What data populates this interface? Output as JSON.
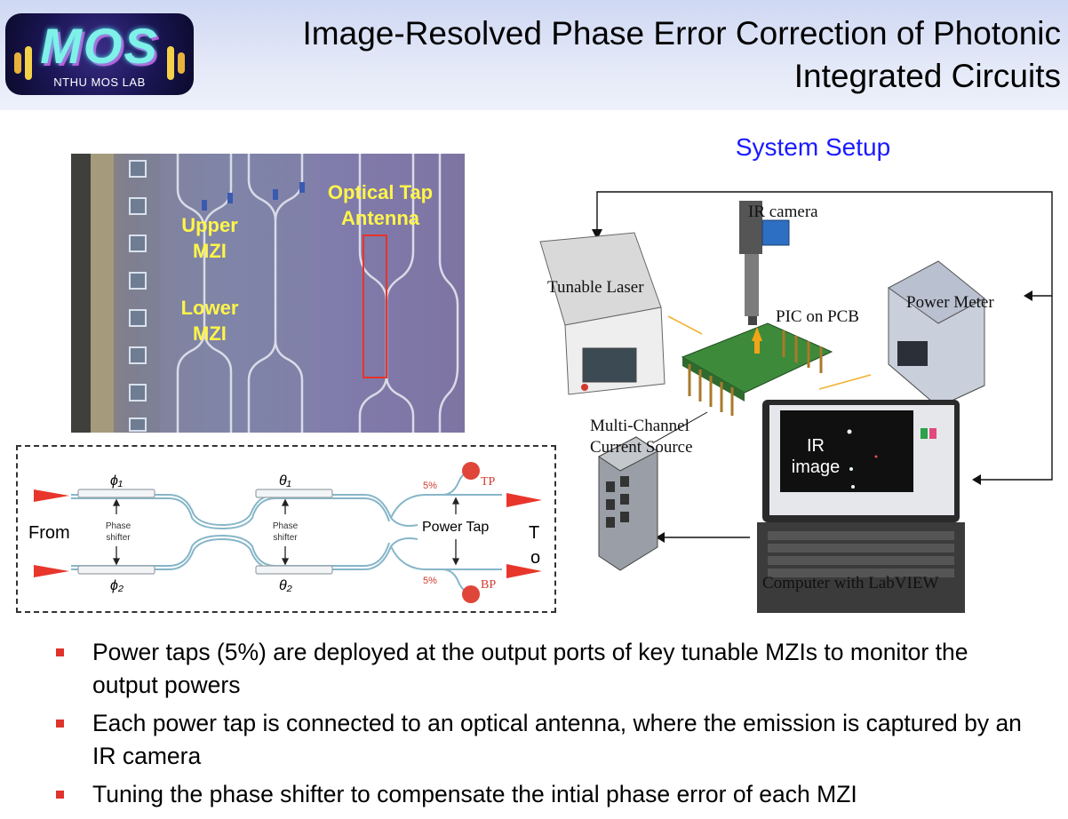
{
  "header": {
    "logo_text": "MOS",
    "logo_subtext": "NTHU MOS LAB",
    "title_line1": "Image-Resolved Phase Error Correction of Photonic",
    "title_line2": "Integrated Circuits"
  },
  "setup_heading": "System Setup",
  "chip_image": {
    "labels": {
      "upper_mzi_1": "Upper",
      "upper_mzi_2": "MZI",
      "lower_mzi_1": "Lower",
      "lower_mzi_2": "MZI",
      "antenna_1": "Optical Tap",
      "antenna_2": "Antenna"
    }
  },
  "schematic": {
    "from": "From",
    "to_t": "T",
    "to_o": "o",
    "phi1": "ϕ₁",
    "phi2": "ϕ₂",
    "theta1": "θ₁",
    "theta2": "θ₂",
    "phase_shifter_a": "Phase",
    "phase_shifter_b": "shifter",
    "power_tap": "Power Tap",
    "tap_percent_top": "5%",
    "tap_percent_bottom": "5%",
    "tp": "TP",
    "bp": "BP"
  },
  "setup": {
    "ir_camera": "IR camera",
    "tunable_laser": "Tunable Laser",
    "pic_on_pcb": "PIC on PCB",
    "power_meter": "Power Meter",
    "mccs_1": "Multi-Channel",
    "mccs_2": "Current Source",
    "ir_image_1": "IR",
    "ir_image_2": "image",
    "computer": "Computer with LabVIEW"
  },
  "bullets": [
    "Power taps (5%) are deployed at the output ports of key tunable MZIs to monitor the output powers",
    "Each power tap is connected to an optical antenna, where the emission is captured by an IR camera",
    "Tuning the phase shifter to compensate the intial phase error of each MZI"
  ],
  "colors": {
    "accent_blue": "#1a1aff",
    "bullet_red": "#e0332c",
    "chip_label_yellow": "#fff54a",
    "arrow_red": "#e8362c"
  }
}
